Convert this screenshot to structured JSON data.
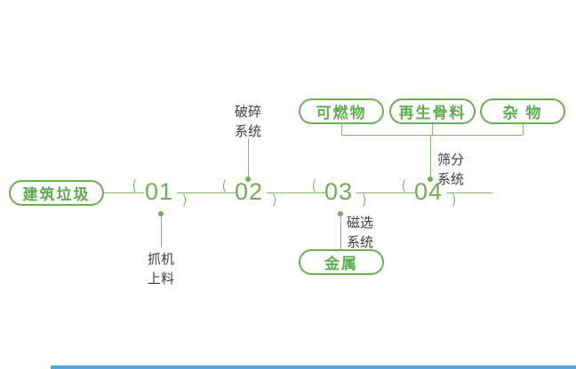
{
  "colors": {
    "green": "#6db052",
    "line_green": "#7fbf6b",
    "text_dark": "#3d3d3d",
    "bottom_bar_blue": "#57a7e3"
  },
  "source": {
    "label": "建筑垃圾"
  },
  "stages": [
    {
      "number": "01",
      "annotation": "抓机\n上料"
    },
    {
      "number": "02",
      "annotation": "破碎\n系统"
    },
    {
      "number": "03",
      "annotation": "磁选\n系统"
    },
    {
      "number": "04",
      "annotation": "筛分\n系统"
    }
  ],
  "outputs": {
    "metal": "金属",
    "combustible": "可燃物",
    "recycled_aggregate": "再生骨料",
    "misc": "杂 物"
  }
}
